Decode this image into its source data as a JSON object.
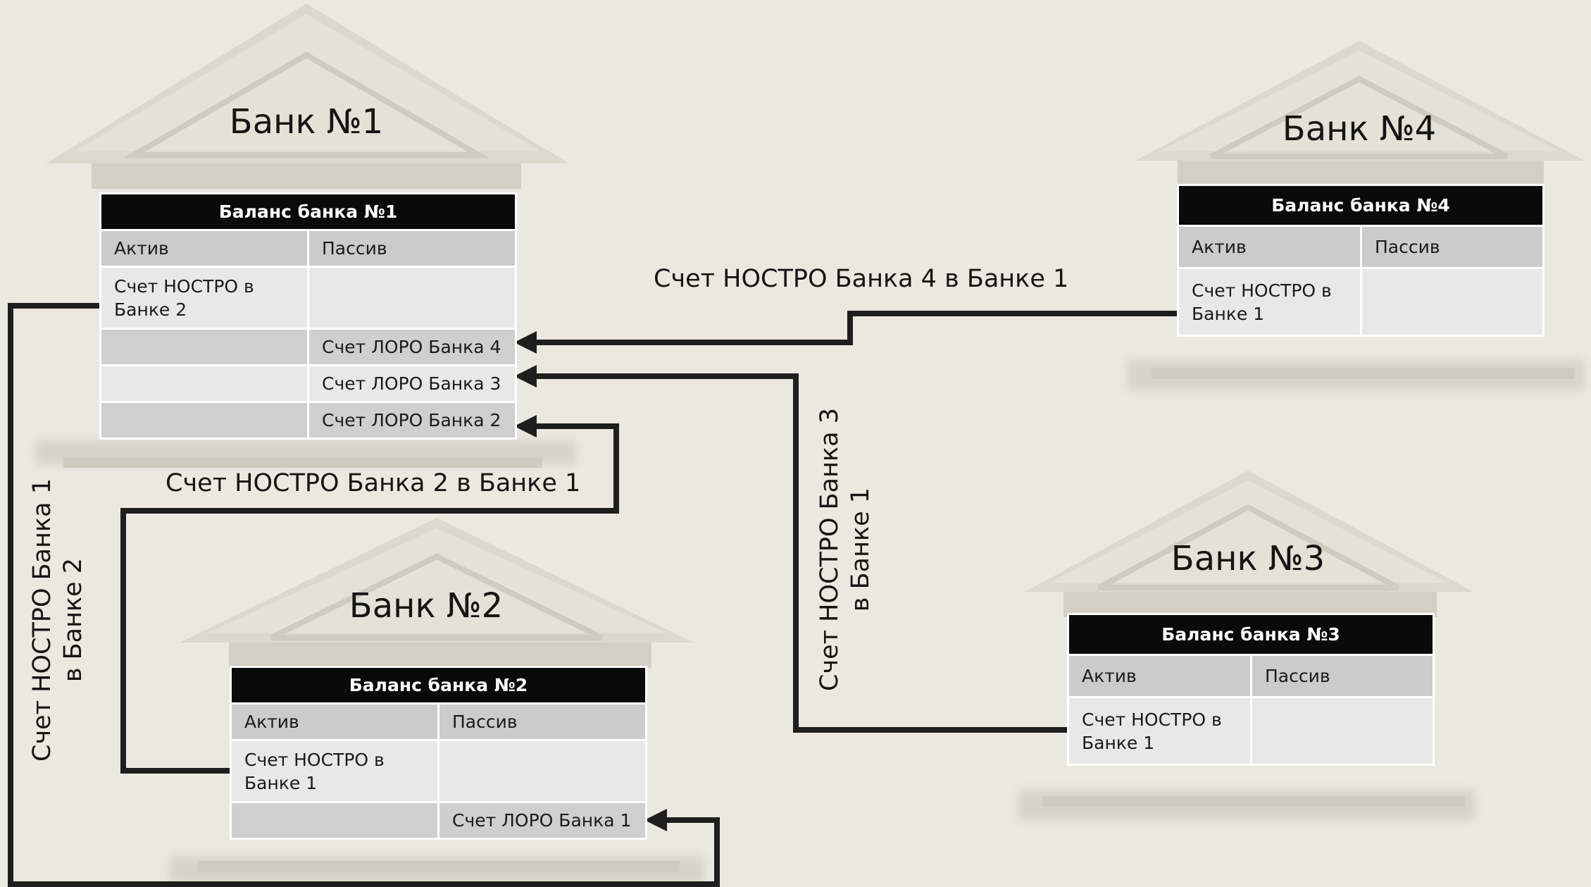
{
  "banks": {
    "b1": {
      "title": "Банк №1",
      "balance_title": "Баланс банка №1",
      "col_asset": "Актив",
      "col_liability": "Пассив",
      "rows": [
        {
          "asset": "Счет НОСТРО в Банке 2",
          "liability": ""
        },
        {
          "asset": "",
          "liability": "Счет ЛОРО Банка 4"
        },
        {
          "asset": "",
          "liability": "Счет ЛОРО Банка 3"
        },
        {
          "asset": "",
          "liability": "Счет ЛОРО Банка 2"
        }
      ]
    },
    "b2": {
      "title": "Банк №2",
      "balance_title": "Баланс банка №2",
      "col_asset": "Актив",
      "col_liability": "Пассив",
      "rows": [
        {
          "asset": "Счет НОСТРО в Банке 1",
          "liability": ""
        },
        {
          "asset": "",
          "liability": "Счет ЛОРО Банка 1"
        }
      ]
    },
    "b3": {
      "title": "Банк №3",
      "balance_title": "Баланс банка №3",
      "col_asset": "Актив",
      "col_liability": "Пассив",
      "rows": [
        {
          "asset": "Счет НОСТРО в Банке 1",
          "liability": ""
        }
      ]
    },
    "b4": {
      "title": "Банк №4",
      "balance_title": "Баланс банка №4",
      "col_asset": "Актив",
      "col_liability": "Пассив",
      "rows": [
        {
          "asset": "Счет НОСТРО в Банке 1",
          "liability": ""
        }
      ]
    }
  },
  "connectors": {
    "b4_in_b1": "Счет НОСТРО Банка 4 в Банке 1",
    "b2_in_b1": "Счет НОСТРО Банка 2 в Банке 1",
    "b3_in_b1_line1": "Счет НОСТРО Банка 3",
    "b3_in_b1_line2": "в Банке 1",
    "b1_in_b2_line1": "Счет НОСТРО Банка 1",
    "b1_in_b2_line2": "в Банке 2"
  },
  "colors": {
    "background": "#ebe8e0",
    "building": "#dcd8cc",
    "header": "#0a0a0a",
    "connector": "#1e1e1e"
  }
}
